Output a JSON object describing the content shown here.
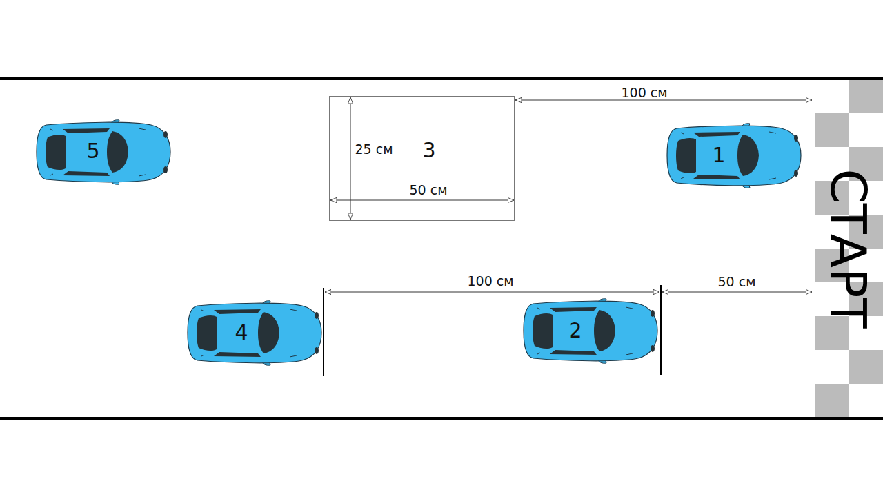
{
  "diagram": {
    "nodes": [
      {
        "text": [
          "5"
        ]
      },
      {
        "text": [
          "3"
        ]
      },
      {
        "text": [
          "1"
        ]
      },
      {
        "text": [
          "4"
        ]
      },
      {
        "text": [
          "2"
        ]
      }
    ],
    "labels": [
      "100 см",
      "25 см",
      "50 см",
      "100 см",
      "50 см",
      "СТАРТ"
    ]
  }
}
